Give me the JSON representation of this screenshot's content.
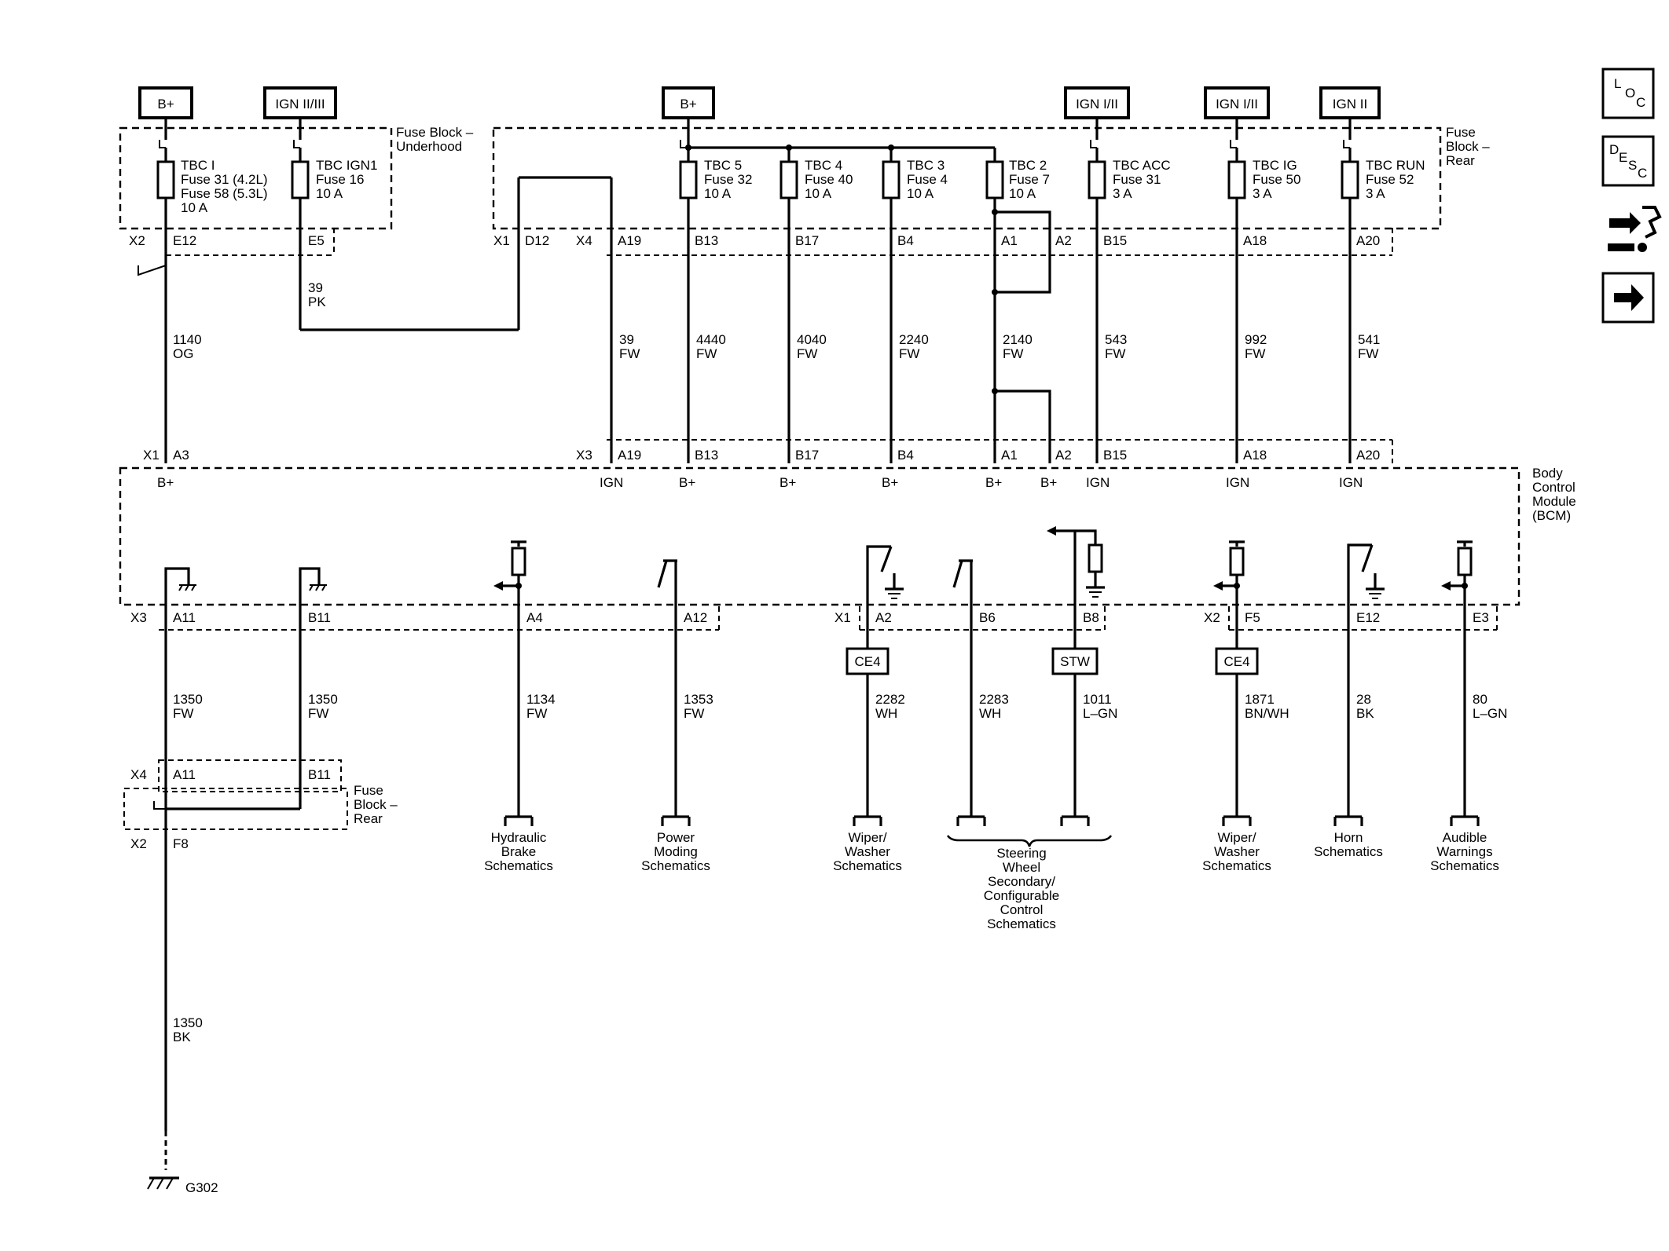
{
  "power_sources": [
    {
      "label": "B+"
    },
    {
      "label": "IGN II/III"
    },
    {
      "label": "B+"
    },
    {
      "label": "IGN I/II"
    },
    {
      "label": "IGN I/II"
    },
    {
      "label": "IGN II"
    }
  ],
  "fuse_block_underhood": {
    "label_line1": "Fuse Block –",
    "label_line2": "Underhood",
    "fuses": [
      {
        "lines": [
          "TBC I",
          "Fuse 31 (4.2L)",
          "Fuse 58 (5.3L)",
          "10 A"
        ]
      },
      {
        "lines": [
          "TBC IGN1",
          "Fuse 16",
          "10 A"
        ]
      }
    ]
  },
  "fuse_block_rear": {
    "label_line1": "Fuse",
    "label_line2": "Block –",
    "label_line3": "Rear",
    "fuses": [
      {
        "lines": [
          "TBC 5",
          "Fuse 32",
          "10 A"
        ]
      },
      {
        "lines": [
          "TBC 4",
          "Fuse 40",
          "10 A"
        ]
      },
      {
        "lines": [
          "TBC 3",
          "Fuse 4",
          "10 A"
        ]
      },
      {
        "lines": [
          "TBC 2",
          "Fuse 7",
          "10 A"
        ]
      },
      {
        "lines": [
          "TBC ACC",
          "Fuse 31",
          "3 A"
        ]
      },
      {
        "lines": [
          "TBC IG",
          "Fuse 50",
          "3 A"
        ]
      },
      {
        "lines": [
          "TBC RUN",
          "Fuse 52",
          "3 A"
        ]
      }
    ]
  },
  "connector_ids": {
    "x2_top": "X2",
    "x1_top": "X1",
    "x4_top": "X4",
    "x1_bcm": "X1",
    "x3_bcm": "X3",
    "x3_bottom": "X3",
    "x1_bottom": "X1",
    "x2_bottom": "X2",
    "x4_lower": "X4",
    "x2_lower": "X2"
  },
  "top_pins": [
    "E12",
    "E5",
    "D12",
    "A19",
    "B13",
    "B17",
    "B4",
    "A1",
    "A2",
    "B15",
    "A18",
    "A20"
  ],
  "bcm_top_pins": [
    "A3",
    "A19",
    "B13",
    "B17",
    "B4",
    "A1",
    "A2",
    "B15",
    "A18",
    "A20"
  ],
  "bcm_inputs": [
    "B+",
    "IGN",
    "B+",
    "B+",
    "B+",
    "B+",
    "B+",
    "IGN",
    "IGN",
    "IGN"
  ],
  "wires_top": [
    {
      "circuit": "1140",
      "color": "OG"
    },
    {
      "circuit": "39",
      "color": "PK"
    },
    {
      "circuit": "39",
      "color": "FW"
    },
    {
      "circuit": "4440",
      "color": "FW"
    },
    {
      "circuit": "4040",
      "color": "FW"
    },
    {
      "circuit": "2240",
      "color": "FW"
    },
    {
      "circuit": "2140",
      "color": "FW"
    },
    {
      "circuit": "543",
      "color": "FW"
    },
    {
      "circuit": "992",
      "color": "FW"
    },
    {
      "circuit": "541",
      "color": "FW"
    }
  ],
  "bcm": {
    "lines": [
      "Body",
      "Control",
      "Module",
      "(BCM)"
    ]
  },
  "bcm_bottom_pins": [
    "A11",
    "B11",
    "A4",
    "A12",
    "A2",
    "B6",
    "B8",
    "F5",
    "E12",
    "E3"
  ],
  "inline_connectors": [
    "CE4",
    "STW",
    "CE4"
  ],
  "wires_bottom": [
    {
      "circuit": "1350",
      "color": "FW"
    },
    {
      "circuit": "1350",
      "color": "FW"
    },
    {
      "circuit": "1134",
      "color": "FW"
    },
    {
      "circuit": "1353",
      "color": "FW"
    },
    {
      "circuit": "2282",
      "color": "WH"
    },
    {
      "circuit": "2283",
      "color": "WH"
    },
    {
      "circuit": "1011",
      "color": "L–GN"
    },
    {
      "circuit": "1871",
      "color": "BN/WH"
    },
    {
      "circuit": "28",
      "color": "BK"
    },
    {
      "circuit": "80",
      "color": "L–GN"
    }
  ],
  "lower_fuse_block": {
    "pins": [
      "A11",
      "B11",
      "F8"
    ],
    "label_line1": "Fuse",
    "label_line2": "Block –",
    "label_line3": "Rear"
  },
  "ground_wire": {
    "circuit": "1350",
    "color": "BK",
    "ground": "G302"
  },
  "schematic_refs": [
    {
      "lines": [
        "Hydraulic",
        "Brake",
        "Schematics"
      ]
    },
    {
      "lines": [
        "Power",
        "Moding",
        "Schematics"
      ]
    },
    {
      "lines": [
        "Wiper/",
        "Washer",
        "Schematics"
      ]
    },
    {
      "lines": [
        "Steering",
        "Wheel",
        "Secondary/",
        "Configurable",
        "Control",
        "Schematics"
      ]
    },
    {
      "lines": [
        "Wiper/",
        "Washer",
        "Schematics"
      ]
    },
    {
      "lines": [
        "Horn",
        "Schematics"
      ]
    },
    {
      "lines": [
        "Audible",
        "Warnings",
        "Schematics"
      ]
    }
  ],
  "nav": {
    "loc": [
      "L",
      "O",
      "C"
    ],
    "desc": [
      "D",
      "E",
      "S",
      "C"
    ],
    "connector_icon": "connector-icon",
    "next_icon": "arrow-right-icon"
  }
}
